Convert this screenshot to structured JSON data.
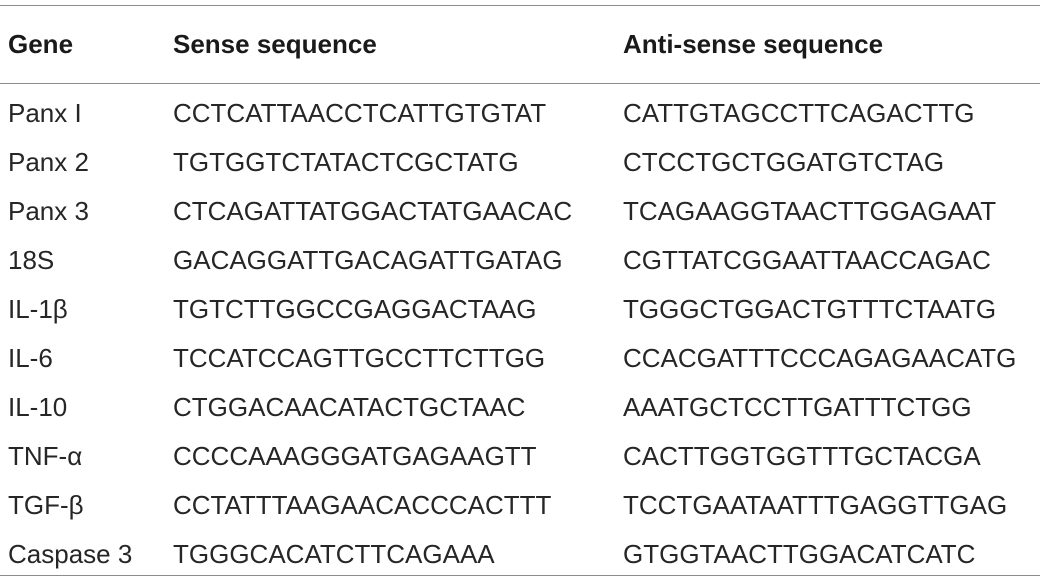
{
  "table": {
    "headers": [
      "Gene",
      "Sense sequence",
      "Anti-sense sequence"
    ],
    "rows": [
      [
        "Panx I",
        "CCTCATTAACCTCATTGTGTAT",
        "CATTGTAGCCTTCAGACTTG"
      ],
      [
        "Panx 2",
        "TGTGGTCTATACTCGCTATG",
        "CTCCTGCTGGATGTCTAG"
      ],
      [
        "Panx 3",
        "CTCAGATTATGGACTATGAACAC",
        "TCAGAAGGTAACTTGGAGAAT"
      ],
      [
        "18S",
        "GACAGGATTGACAGATTGATAG",
        "CGTTATCGGAATTAACCAGAC"
      ],
      [
        "IL-1β",
        "TGTCTTGGCCGAGGACTAAG",
        "TGGGCTGGACTGTTTCTAATG"
      ],
      [
        "IL-6",
        "TCCATCCAGTTGCCTTCTTGG",
        "CCACGATTTCCCAGAGAACATG"
      ],
      [
        "IL-10",
        "CTGGACAACATACTGCTAAC",
        "AAATGCTCCTTGATTTCTGG"
      ],
      [
        "TNF-α",
        "CCCCAAAGGGATGAGAAGTT",
        "CACTTGGTGGTTTGCTACGA"
      ],
      [
        "TGF-β",
        "CCTATTTAAGAACACCCACTTT",
        "TCCTGAATAATTTGAGGTTGAG"
      ],
      [
        "Caspase 3",
        "TGGGCACATCTTCAGAAA",
        "GTGGTAACTTGGACATCATC"
      ]
    ]
  }
}
